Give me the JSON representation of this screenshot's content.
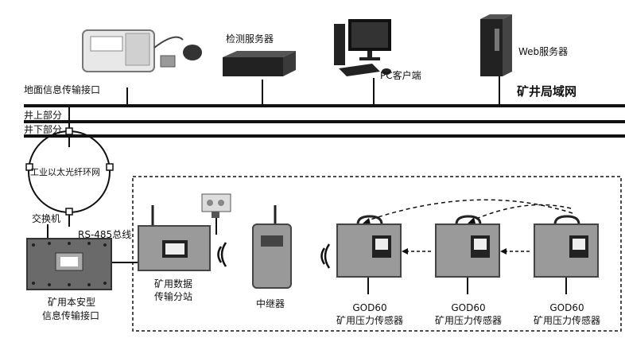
{
  "labels": {
    "ground_interface": "地面信息传输接口",
    "detect_server": "检测服务器",
    "pc_client": "PC客户端",
    "web_server": "Web服务器",
    "mine_lan": "矿井局域网",
    "above_ground": "井上部分",
    "below_ground": "井下部分",
    "ethernet_ring": "工业以太光纤环网",
    "switch": "交换机",
    "rs485": "RS-485总线",
    "safe_interface_1": "矿用本安型",
    "safe_interface_2": "信息传输接口",
    "substation_1": "矿用数据",
    "substation_2": "传输分站",
    "repeater": "中继器",
    "sensors": [
      {
        "model": "GOD60",
        "name": "矿用压力传感器"
      },
      {
        "model": "GOD60",
        "name": "矿用压力传感器"
      },
      {
        "model": "GOD60",
        "name": "矿用压力传感器"
      }
    ]
  },
  "colors": {
    "line": "#111111",
    "device_gray": "#9a9a9a",
    "device_dark": "#555555"
  }
}
